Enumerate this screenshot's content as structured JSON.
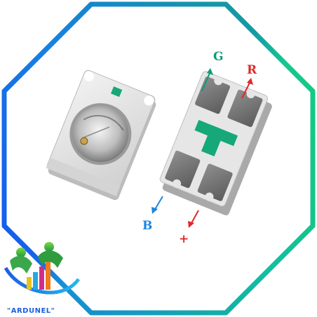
{
  "labels": {
    "g": "G",
    "r": "R",
    "b": "B",
    "plus": "+"
  },
  "logo": {
    "brand_text": "\"ARDUNEL\""
  },
  "colors": {
    "frame_gradient": [
      "#1a3cf0",
      "#14b8e6",
      "#12d83c",
      "#1bb43a"
    ],
    "g_label": "#0f9a78",
    "r_label": "#e02828",
    "b_label": "#1b86e0",
    "plus_label": "#e02828",
    "pad_green": "#16a878",
    "package_body": "#e6e6e6"
  },
  "icons": [
    "led-package-icon",
    "arrow-icon",
    "ardunel-logo-icon"
  ]
}
